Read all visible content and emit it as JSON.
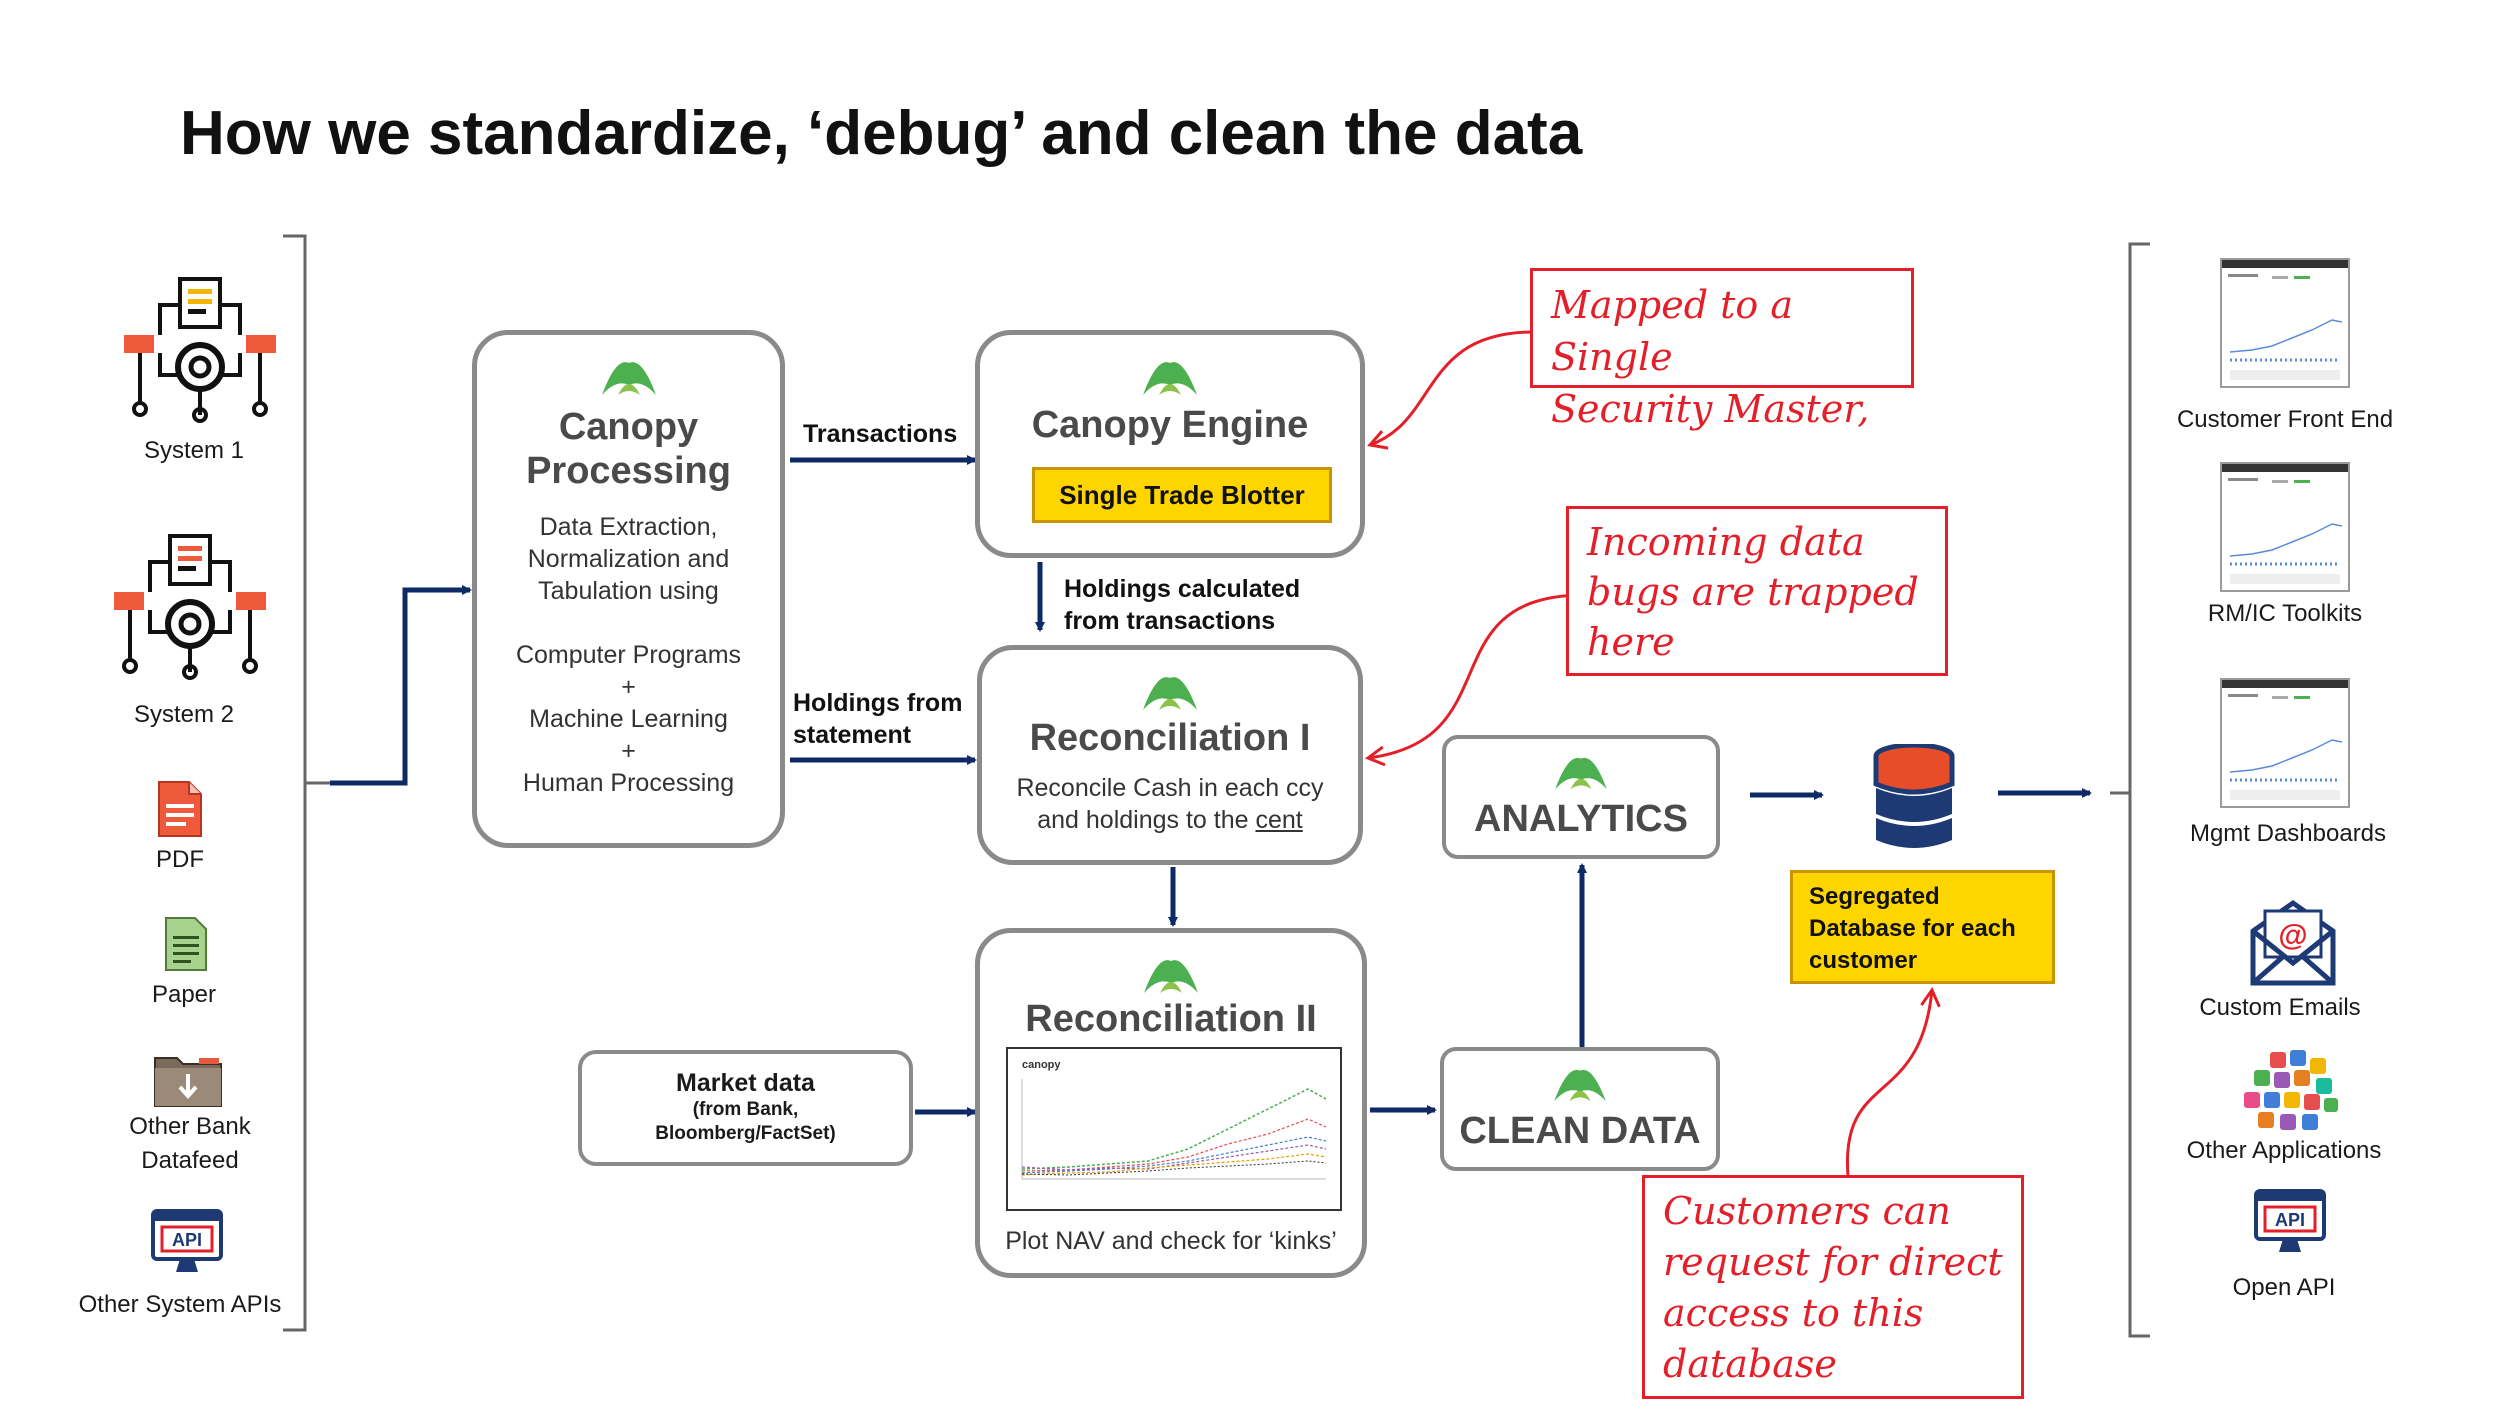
{
  "title": "How we standardize, ‘debug’ and clean the data",
  "sources": [
    {
      "label": "System 1",
      "icon": "system-flow-icon"
    },
    {
      "label": "System 2",
      "icon": "system-flow-icon"
    },
    {
      "label": "PDF",
      "icon": "pdf-icon"
    },
    {
      "label": "Paper",
      "icon": "paper-document-icon"
    },
    {
      "label": "Other Bank Datafeed",
      "icon": "folder-download-icon"
    },
    {
      "label": "Other System APIs",
      "icon": "api-monitor-icon"
    }
  ],
  "processing": {
    "title_line1": "Canopy",
    "title_line2": "Processing",
    "body_line1": "Data Extraction,",
    "body_line2": "Normalization and",
    "body_line3": "Tabulation using",
    "method1": "Computer Programs",
    "plus1": "+",
    "method2": "Machine Learning",
    "plus2": "+",
    "method3": "Human Processing"
  },
  "edges": {
    "transactions": "Transactions",
    "holdings_statement_line1": "Holdings from",
    "holdings_statement_line2": "statement",
    "holdings_calc_line1": "Holdings calculated",
    "holdings_calc_line2": "from transactions"
  },
  "engine": {
    "title": "Canopy Engine",
    "blotter": "Single Trade Blotter"
  },
  "recon1": {
    "title": "Reconciliation I",
    "body_line1": "Reconcile Cash in each ccy",
    "body_line2_pre": "and holdings to the ",
    "body_line2_ul": "cent"
  },
  "recon2": {
    "title": "Reconciliation II",
    "caption": "Plot NAV and check for ‘kinks’",
    "chart_brand": "canopy"
  },
  "market": {
    "title": "Market data",
    "sub_line1": "(from Bank,",
    "sub_line2": "Bloomberg/FactSet)"
  },
  "analytics": {
    "title": "ANALYTICS"
  },
  "clean": {
    "title": "CLEAN DATA"
  },
  "database": {
    "line1": "Segregated",
    "line2": "Database for each",
    "line3": "customer",
    "icon": "database-icon"
  },
  "notes": {
    "security_line1": "Mapped to a Single",
    "security_line2": "Security Master,",
    "bugs_line1": "Incoming data",
    "bugs_line2": "bugs are trapped",
    "bugs_line3": "here",
    "customers_line1": "Customers can",
    "customers_line2": "request for direct",
    "customers_line3": "access to this",
    "customers_line4": "database"
  },
  "outputs": [
    {
      "label": "Customer Front End",
      "icon": "dashboard-screenshot-icon"
    },
    {
      "label": "RM/IC Toolkits",
      "icon": "dashboard-screenshot-icon"
    },
    {
      "label": "Mgmt Dashboards",
      "icon": "dashboard-screenshot-icon"
    },
    {
      "label": "Custom Emails",
      "icon": "email-icon"
    },
    {
      "label": "Other Applications",
      "icon": "app-cloud-icon"
    },
    {
      "label": "Open API",
      "icon": "api-monitor-icon"
    }
  ],
  "colors": {
    "arrow": "#0d2a66",
    "note": "#e3202a",
    "yellow": "#ffd500",
    "logo": "#4caf50",
    "box_border": "#8a8a8a"
  }
}
